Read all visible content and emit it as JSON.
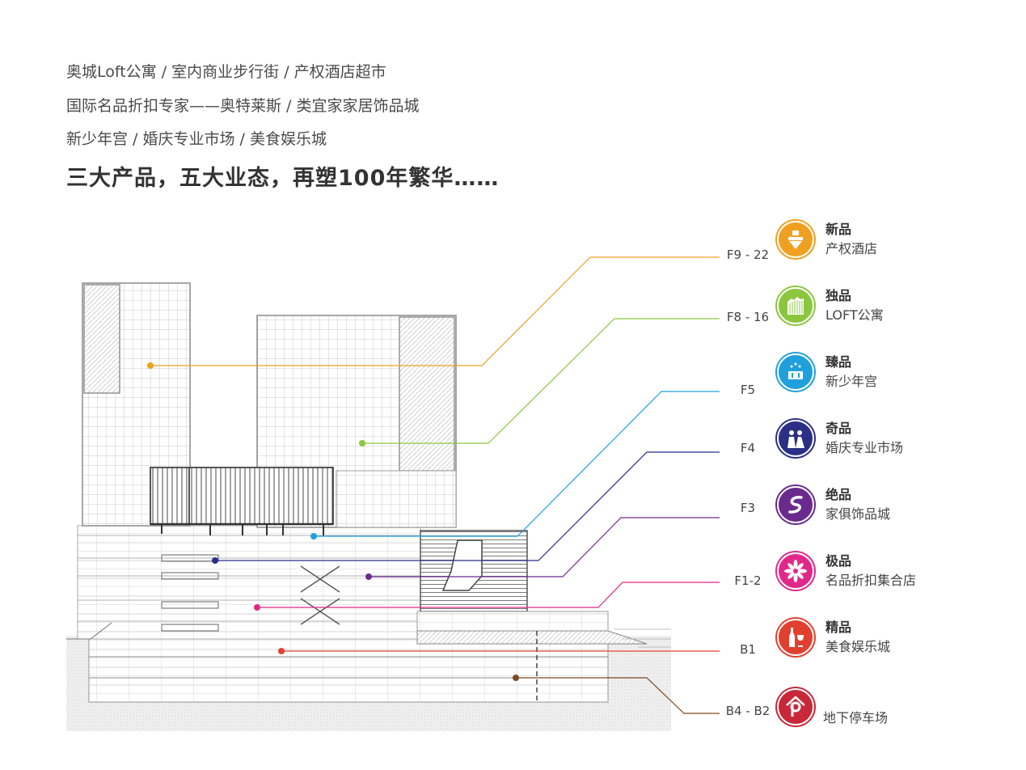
{
  "intro": [
    "奥城Loft公寓 / 室内商业步行街 / 产权酒店超市",
    "国际名品折扣专家——奥特莱斯 / 类宜家家居饰品城",
    "新少年宫 / 婚庆专业市场 / 美食娱乐城"
  ],
  "headline": "三大产品，五大业态，再塑100年繁华……",
  "floors": [
    {
      "label": "F9 - 22",
      "color": "#f0a020",
      "title": "新品",
      "subtitle": "产权酒店",
      "icon": "hotel-icon"
    },
    {
      "label": "F8 - 16",
      "color": "#8cc63f",
      "title": "独品",
      "subtitle": "LOFT公寓",
      "icon": "loft-apartment-icon"
    },
    {
      "label": "F5",
      "color": "#1fa0dc",
      "title": "臻品",
      "subtitle": "新少年宫",
      "icon": "youth-palace-icon"
    },
    {
      "label": "F4",
      "color": "#2b2f86",
      "title": "奇品",
      "subtitle": "婚庆专业市场",
      "icon": "wedding-icon"
    },
    {
      "label": "F3",
      "color": "#6a2a8e",
      "title": "绝品",
      "subtitle": "家俱饰品城",
      "icon": "home-decor-icon"
    },
    {
      "label": "F1-2",
      "color": "#e0288a",
      "title": "极品",
      "subtitle": "名品折扣集合店",
      "icon": "outlet-flower-icon"
    },
    {
      "label": "B1",
      "color": "#e2402f",
      "title": "精品",
      "subtitle": "美食娱乐城",
      "icon": "dining-wine-icon"
    },
    {
      "label": "B4 - B2",
      "color": "#7a4a22",
      "badge_color": "#c8283a",
      "title": "",
      "subtitle": "地下停车场",
      "icon": "parking-icon"
    }
  ]
}
